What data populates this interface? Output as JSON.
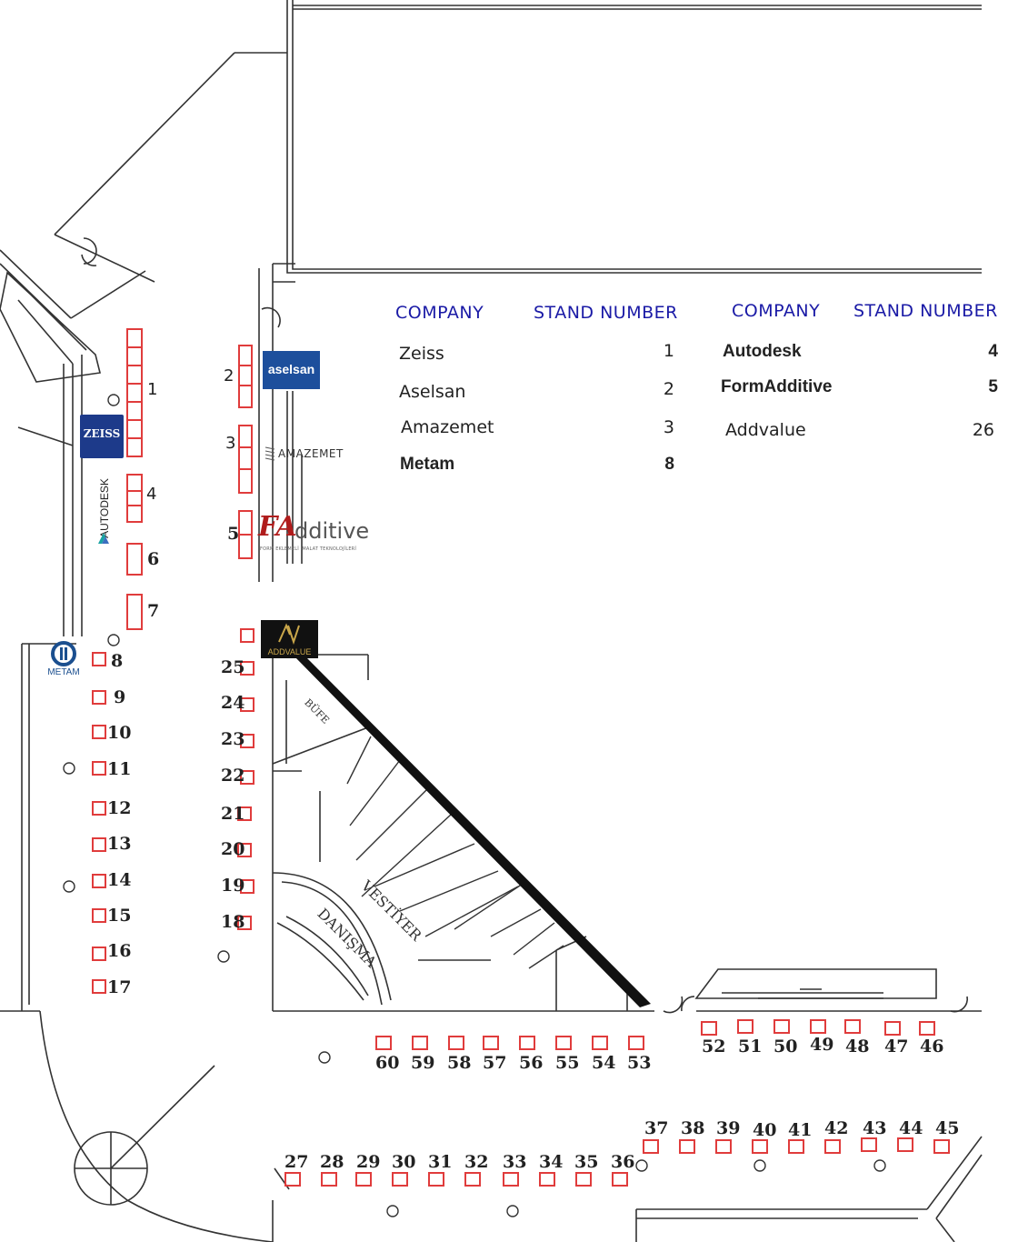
{
  "legend": {
    "left": {
      "company_header": "COMPANY",
      "stand_header": "STAND NUMBER",
      "rows": [
        {
          "company": "Zeiss",
          "stand": "1"
        },
        {
          "company": "Aselsan",
          "stand": "2"
        },
        {
          "company": "Amazemet",
          "stand": "3"
        },
        {
          "company": "Metam",
          "stand": "8"
        }
      ]
    },
    "right": {
      "company_header": "COMPANY",
      "stand_header": "STAND NUMBER",
      "rows": [
        {
          "company": "Autodesk",
          "stand": "4"
        },
        {
          "company": "FormAdditive",
          "stand": "5"
        },
        {
          "company": "Addvalue",
          "stand": "26"
        }
      ]
    }
  },
  "logos": {
    "zeiss": "ZEISS",
    "aselsan": "aselsan",
    "amazemet": "AMAZEMET",
    "autodesk": "AUTODESK",
    "fa_letters": "FA",
    "fa_word": "dditive",
    "fa_tagline": "FORM EKLEMELİ İMALAT TEKNOLOJİLERİ",
    "addvalue": "ADDVALUE",
    "metam": "METAM"
  },
  "rooms": {
    "bufe": "BÜFE",
    "vestiyer": "VESTİYER",
    "danisma": "DANIŞMA"
  },
  "stand_labels": {
    "s1": "1",
    "s2": "2",
    "s3": "3",
    "s4": "4",
    "s5": "5",
    "s6": "6",
    "s7": "7",
    "s8": "8",
    "s9": "9",
    "s10": "10",
    "s11": "11",
    "s12": "12",
    "s13": "13",
    "s14": "14",
    "s15": "15",
    "s16": "16",
    "s17": "17",
    "s18": "18",
    "s19": "19",
    "s20": "20",
    "s21": "21",
    "s22": "22",
    "s23": "23",
    "s24": "24",
    "s25": "25",
    "s27": "27",
    "s28": "28",
    "s29": "29",
    "s30": "30",
    "s31": "31",
    "s32": "32",
    "s33": "33",
    "s34": "34",
    "s35": "35",
    "s36": "36",
    "s37": "37",
    "s38": "38",
    "s39": "39",
    "s40": "40",
    "s41": "41",
    "s42": "42",
    "s43": "43",
    "s44": "44",
    "s45": "45",
    "s46": "46",
    "s47": "47",
    "s48": "48",
    "s49": "49",
    "s50": "50",
    "s51": "51",
    "s52": "52",
    "s53": "53",
    "s54": "54",
    "s55": "55",
    "s56": "56",
    "s57": "57",
    "s58": "58",
    "s59": "59",
    "s60": "60"
  },
  "colors": {
    "stand_border": "#e03c3c",
    "legend_header": "#1a1aa6",
    "zeiss_bg": "#1d3a8a",
    "aselsan_bg": "#1d4f9c",
    "addvalue_bg": "#111111",
    "addvalue_gold": "#c9a64a",
    "fa_red": "#b01c1c",
    "metam_blue": "#1b4f8f"
  }
}
